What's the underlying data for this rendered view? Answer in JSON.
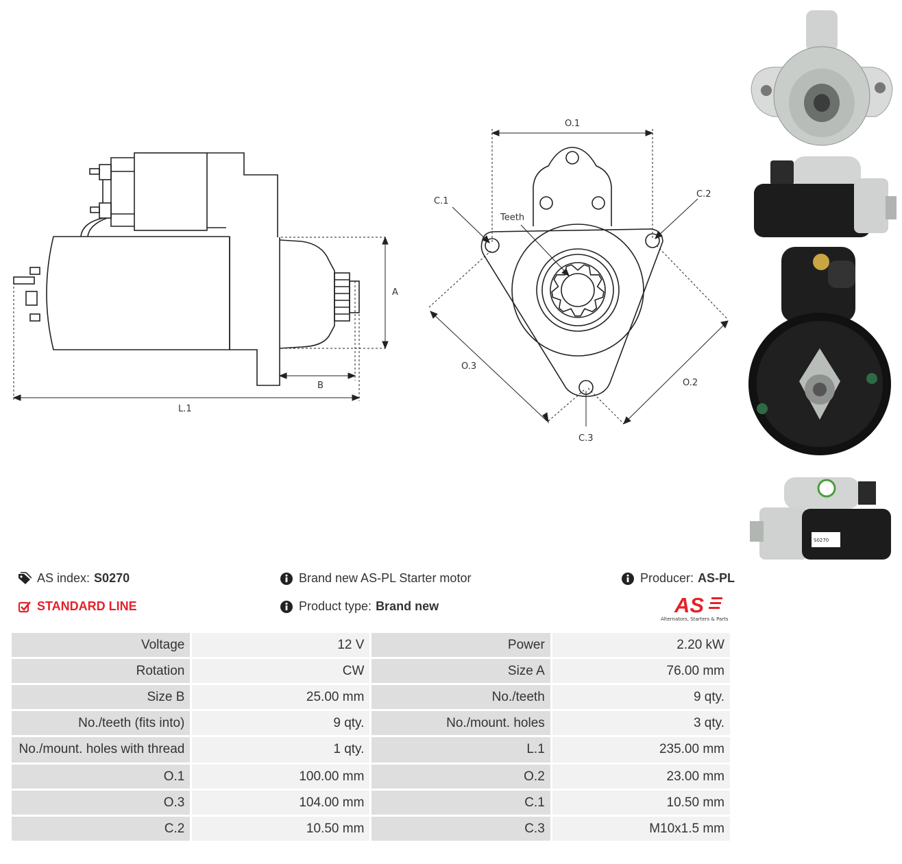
{
  "drawing": {
    "side_view_labels": {
      "a": "A",
      "b": "B",
      "l1": "L.1"
    },
    "front_view_labels": {
      "o1": "O.1",
      "o2": "O.2",
      "o3": "O.3",
      "c1": "C.1",
      "c2": "C.2",
      "c3": "C.3",
      "teeth": "Teeth"
    }
  },
  "photos": [
    {
      "name": "front-view-photo"
    },
    {
      "name": "top-view-photo"
    },
    {
      "name": "rear-view-photo"
    },
    {
      "name": "side-view-photo"
    }
  ],
  "photo_label_text": "S0270",
  "info": {
    "as_index_label": "AS index:",
    "as_index_value": "S0270",
    "description": "Brand new AS-PL Starter motor",
    "producer_label": "Producer:",
    "producer_value": "AS-PL",
    "line": "STANDARD LINE",
    "product_type_label": "Product type:",
    "product_type_value": "Brand new"
  },
  "logo": {
    "text": "AS",
    "tagline": "Alternators, Starters & Parts",
    "color": "#e4222b"
  },
  "specs": [
    [
      {
        "label": "Voltage",
        "value": "12 V"
      },
      {
        "label": "Power",
        "value": "2.20 kW"
      }
    ],
    [
      {
        "label": "Rotation",
        "value": "CW"
      },
      {
        "label": "Size A",
        "value": "76.00 mm"
      }
    ],
    [
      {
        "label": "Size B",
        "value": "25.00 mm"
      },
      {
        "label": "No./teeth",
        "value": "9 qty."
      }
    ],
    [
      {
        "label": "No./teeth (fits into)",
        "value": "9 qty."
      },
      {
        "label": "No./mount. holes",
        "value": "3 qty."
      }
    ],
    [
      {
        "label": "No./mount. holes with thread",
        "value": "1 qty."
      },
      {
        "label": "L.1",
        "value": "235.00 mm"
      }
    ],
    [
      {
        "label": "O.1",
        "value": "100.00 mm"
      },
      {
        "label": "O.2",
        "value": "23.00 mm"
      }
    ],
    [
      {
        "label": "O.3",
        "value": "104.00 mm"
      },
      {
        "label": "C.1",
        "value": "10.50 mm"
      }
    ],
    [
      {
        "label": "C.2",
        "value": "10.50 mm"
      },
      {
        "label": "C.3",
        "value": "M10x1.5 mm"
      }
    ]
  ]
}
